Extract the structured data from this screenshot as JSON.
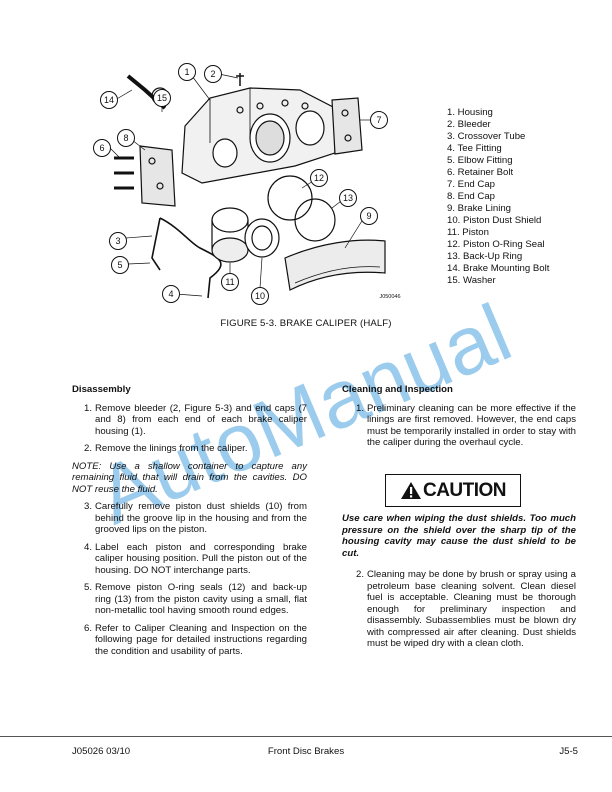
{
  "figure": {
    "caption": "FIGURE 5-3. BRAKE CALIPER (HALF)",
    "code": "J050046",
    "callouts": [
      "1",
      "2",
      "3",
      "4",
      "5",
      "6",
      "7",
      "8",
      "9",
      "10",
      "11",
      "12",
      "13",
      "14",
      "15"
    ],
    "legend": [
      "1. Housing",
      "2. Bleeder",
      "3. Crossover Tube",
      "4. Tee Fitting",
      "5. Elbow Fitting",
      "6. Retainer Bolt",
      "7. End Cap",
      "8. End Cap",
      "9. Brake Lining",
      "10. Piston Dust Shield",
      "11. Piston",
      "12. Piston O-Ring Seal",
      "13. Back-Up Ring",
      "14. Brake Mounting Bolt",
      "15. Washer"
    ]
  },
  "watermark": {
    "text": "AutoManual",
    "color": "#4aa3df"
  },
  "left": {
    "heading": "Disassembly",
    "items": [
      {
        "n": "1.",
        "text": "Remove bleeder (2, Figure 5-3) and end caps (7 and 8) from each end of each brake caliper housing (1)."
      },
      {
        "n": "2.",
        "text": "Remove the linings from the caliper."
      }
    ],
    "note": "NOTE: Use a shallow container to capture any remaining fluid that will drain from the cavities. DO NOT reuse the fluid.",
    "items2": [
      {
        "n": "3.",
        "text": "Carefully remove piston dust shields (10) from behind the groove lip in the housing and from the grooved lips on the piston."
      },
      {
        "n": "4.",
        "text": "Label each piston and corresponding brake caliper housing position. Pull the piston out of the housing. DO NOT interchange parts."
      },
      {
        "n": "5.",
        "text": "Remove piston O-ring seals (12) and back-up ring (13) from the piston cavity using a small, flat non-metallic tool having smooth round edges."
      },
      {
        "n": "6.",
        "text": "Refer to Caliper Cleaning and Inspection on the following page for detailed instructions regarding the condition and usability of parts."
      }
    ]
  },
  "right": {
    "heading": "Cleaning and Inspection",
    "item1": {
      "n": "1.",
      "text": "Preliminary cleaning can be more effective if the linings are first removed. However, the end caps must be temporarily installed in order to stay with the caliper during the overhaul cycle."
    },
    "caution_label": "CAUTION",
    "caution_text": "Use care when wiping the dust shields. Too much pressure on the shield over the sharp tip of the housing cavity may cause the dust shield to be cut.",
    "item2": {
      "n": "2.",
      "text": "Cleaning may be done by brush or spray using a petroleum base cleaning solvent. Clean diesel fuel is acceptable. Cleaning must be thorough enough for preliminary inspection and disassembly. Subassemblies must be blown dry with compressed air after cleaning. Dust shields must be wiped dry with a clean cloth."
    }
  },
  "footer": {
    "left": "J05026  03/10",
    "center": "Front Disc Brakes",
    "right": "J5-5"
  }
}
